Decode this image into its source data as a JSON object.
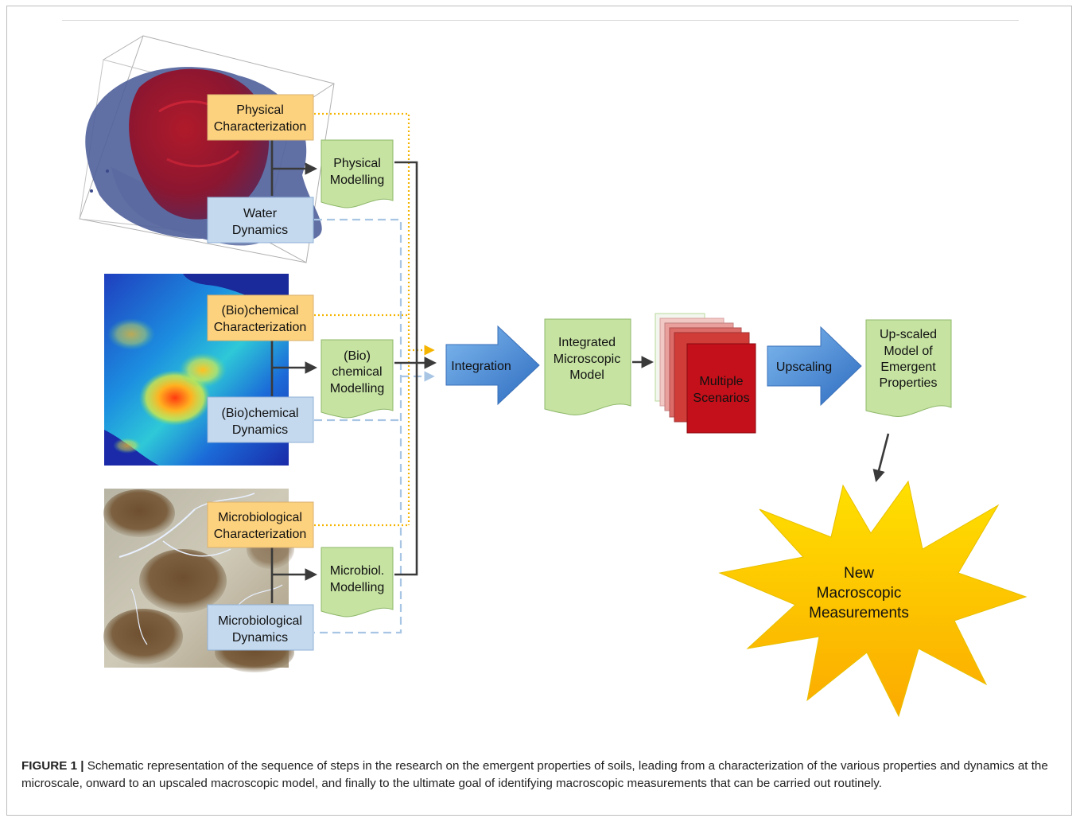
{
  "characterization": [
    {
      "key": "physical",
      "line1": "Physical",
      "line2": "Characterization"
    },
    {
      "key": "biochemical",
      "line1": "(Bio)chemical",
      "line2": "Characterization"
    },
    {
      "key": "microbiological",
      "line1": "Microbiological",
      "line2": "Characterization"
    }
  ],
  "dynamics": [
    {
      "key": "water",
      "line1": "Water",
      "line2": "Dynamics"
    },
    {
      "key": "biochemical",
      "line1": "(Bio)chemical",
      "line2": "Dynamics"
    },
    {
      "key": "microbiological",
      "line1": "Microbiological",
      "line2": "Dynamics"
    }
  ],
  "modelling": [
    {
      "key": "physical",
      "lines": [
        "Physical",
        "Modelling"
      ]
    },
    {
      "key": "biochemical",
      "lines": [
        "(Bio)",
        "chemical",
        "Modelling"
      ]
    },
    {
      "key": "microbiological",
      "lines": [
        "Microbiol.",
        "Modelling"
      ]
    }
  ],
  "integration_label": "Integration",
  "integrated_model_lines": [
    "Integrated",
    "Microscopic",
    "Model"
  ],
  "scenarios_lines": [
    "Multiple",
    "Scenarios"
  ],
  "upscaling_label": "Upscaling",
  "upscaled_model_lines": [
    "Up-scaled",
    "Model of",
    "Emergent",
    "Properties"
  ],
  "starburst_lines": [
    "New",
    "Macroscopic",
    "Measurements"
  ],
  "caption": {
    "label": "FIGURE 1 |",
    "text": " Schematic representation of the sequence of steps in the research on the emergent properties of soils, leading from a characterization of the various properties and dynamics at the microscale, onward to an upscaled macroscopic model, and finally to the ultimate goal of identifying macroscopic measurements that can be carried out routinely."
  },
  "colors": {
    "characterization_fill": "#fdd27e",
    "dynamics_fill": "#c4d9ee",
    "model_fill": "#c6e3a2",
    "arrow_blue": "#3f7fcc",
    "scenario_red": "#c4101a",
    "starburst": "#fbb900",
    "dotted_orange": "#f5b400",
    "dashed_blue": "#a8c5e4"
  }
}
